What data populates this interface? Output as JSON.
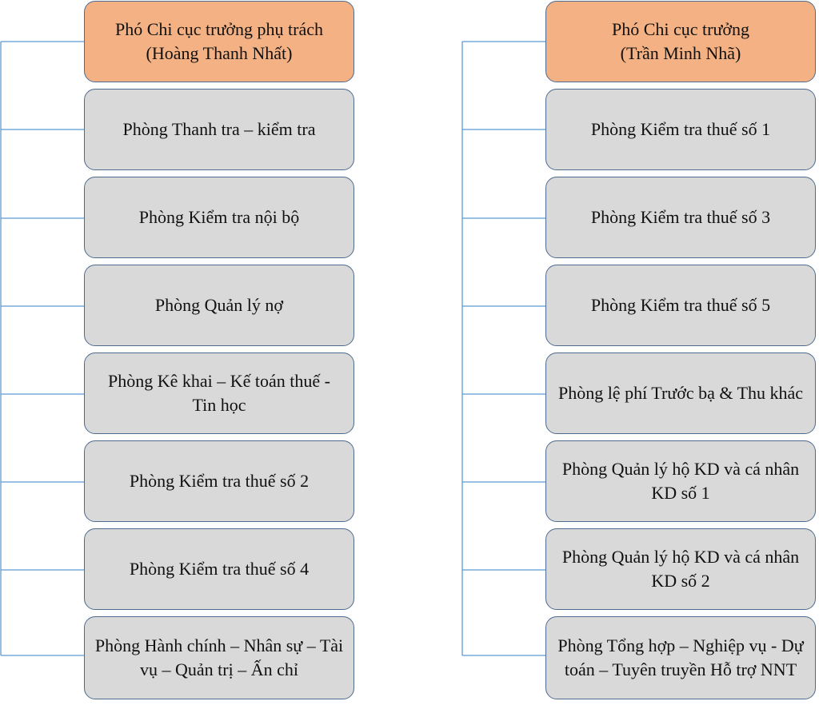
{
  "left_column": {
    "head": {
      "line1": "Phó Chi cục trưởng phụ trách",
      "line2": "(Hoàng Thanh Nhất)"
    },
    "items": [
      "Phòng Thanh tra – kiểm tra",
      "Phòng Kiểm tra nội bộ",
      "Phòng Quản lý nợ",
      "Phòng Kê khai – Kế toán thuế - Tin học",
      "Phòng Kiểm tra thuế số 2",
      "Phòng Kiểm tra thuế số 4",
      "Phòng Hành chính – Nhân sự – Tài vụ – Quản trị – Ấn chỉ"
    ]
  },
  "right_column": {
    "head": {
      "line1": "Phó Chi cục trưởng",
      "line2": "(Trần Minh Nhã)"
    },
    "items": [
      "Phòng Kiểm tra thuế số 1",
      "Phòng Kiểm tra thuế số 3",
      "Phòng Kiểm tra thuế số 5",
      "Phòng lệ phí Trước bạ & Thu khác",
      "Phòng Quản lý hộ KD và cá nhân KD số 1",
      "Phòng Quản lý hộ KD và cá nhân KD số 2",
      "Phòng Tổng hợp – Nghiệp vụ - Dự toán – Tuyên truyền Hỗ trợ NNT"
    ]
  },
  "colors": {
    "head_fill": "#f4b183",
    "item_fill": "#d9d9d9",
    "border": "#4d6b8f",
    "connector": "#5b9bd5"
  }
}
